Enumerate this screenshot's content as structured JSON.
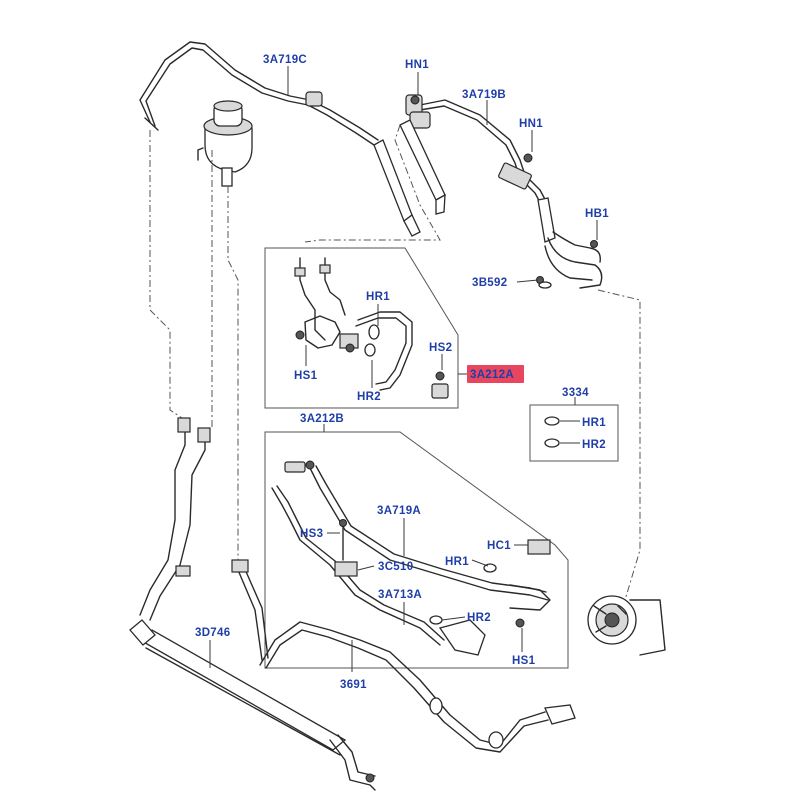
{
  "labels": {
    "l_3a719c": "3A719C",
    "l_hn1_top": "HN1",
    "l_3a719b": "3A719B",
    "l_hn1_right": "HN1",
    "l_hb1": "HB1",
    "l_3b592": "3B592",
    "l_hr1_top": "HR1",
    "l_hs2": "HS2",
    "l_3a212a": "3A212A",
    "l_hs1_top": "HS1",
    "l_hr2_top": "HR2",
    "l_3334": "3334",
    "l_hr1_kit": "HR1",
    "l_hr2_kit": "HR2",
    "l_3a212b": "3A212B",
    "l_3a719a": "3A719A",
    "l_hs3": "HS3",
    "l_hc1": "HC1",
    "l_hr1_low": "HR1",
    "l_3c510": "3C510",
    "l_3a713a": "3A713A",
    "l_hr2_low": "HR2",
    "l_hs1_low": "HS1",
    "l_3d746": "3D746",
    "l_3691": "3691"
  },
  "colors": {
    "label_text": "#1f3ea8",
    "highlight": "#e8465f",
    "line": "#2a2a2a"
  }
}
